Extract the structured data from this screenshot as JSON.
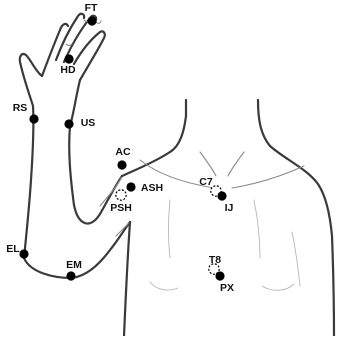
{
  "figure": {
    "background": "#ffffff",
    "outline_color": "#3a3a3a",
    "marker_color": "#000000"
  },
  "landmarks": [
    {
      "label": "FT",
      "style": "solid"
    },
    {
      "label": "HD",
      "style": "solid"
    },
    {
      "label": "RS",
      "style": "solid"
    },
    {
      "label": "US",
      "style": "solid"
    },
    {
      "label": "AC",
      "style": "solid"
    },
    {
      "label": "ASH",
      "style": "solid"
    },
    {
      "label": "PSH",
      "style": "dashed"
    },
    {
      "label": "C7",
      "style": "dashed"
    },
    {
      "label": "IJ",
      "style": "solid"
    },
    {
      "label": "EL",
      "style": "solid"
    },
    {
      "label": "EM",
      "style": "solid"
    },
    {
      "label": "T8",
      "style": "dashed"
    },
    {
      "label": "PX",
      "style": "solid"
    }
  ]
}
